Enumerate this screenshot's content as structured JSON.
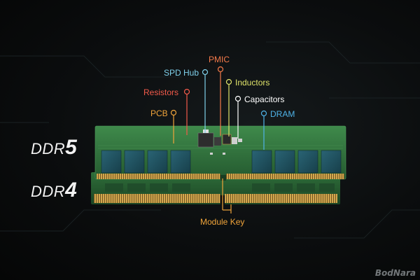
{
  "labels": {
    "ddr5_word": "DDR",
    "ddr5_num": "5",
    "ddr4_word": "DDR",
    "ddr4_num": "4",
    "spd_hub": "SPD Hub",
    "pmic": "PMIC",
    "inductors": "Inductors",
    "resistors": "Resistors",
    "capacitors": "Capacitors",
    "pcb": "PCB",
    "dram": "DRAM",
    "module_key": "Module Key",
    "watermark": "BodNara"
  },
  "colors": {
    "spd_hub": "#7fd0ea",
    "pmic": "#f47a4a",
    "inductors": "#dfe36a",
    "resistors": "#f25a4a",
    "capacitors": "#ffffff",
    "pcb": "#f0a43a",
    "dram": "#4fb3e8",
    "module_key": "#f0a43a",
    "pcb_green": "#2e6b3a",
    "dram_chip": "#1e4e5c",
    "gold": "#c9a14a"
  }
}
